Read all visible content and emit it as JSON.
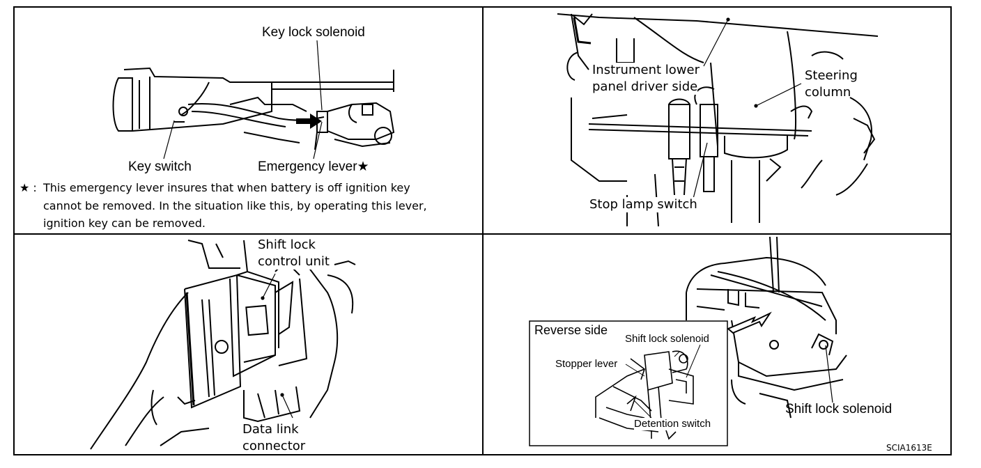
{
  "panels": {
    "top_left": {
      "key_lock_solenoid": "Key lock solenoid",
      "key_switch": "Key switch",
      "emergency_lever": "Emergency lever★",
      "note_star": "★ :",
      "note_line1": "This emergency lever insures that when battery is off ignition key",
      "note_line2": "cannot be removed. In the situation like this, by operating this lever,",
      "note_line3": "ignition key can be removed."
    },
    "top_right": {
      "instrument_line1": "Instrument lower",
      "instrument_line2": "panel driver side",
      "steering_line1": "Steering",
      "steering_line2": "column",
      "stop_lamp_switch": "Stop lamp switch"
    },
    "bottom_left": {
      "shift_lock_line1": "Shift lock",
      "shift_lock_line2": "control unit",
      "data_link_line1": "Data link",
      "data_link_line2": "connector"
    },
    "bottom_right": {
      "reverse_side": "Reverse side",
      "shift_lock_solenoid_inset": "Shift lock solenoid",
      "stopper_lever": "Stopper lever",
      "detention_switch": "Detention switch",
      "shift_lock_solenoid": "Shift lock solenoid",
      "figure_code": "SCIA1613E"
    }
  }
}
